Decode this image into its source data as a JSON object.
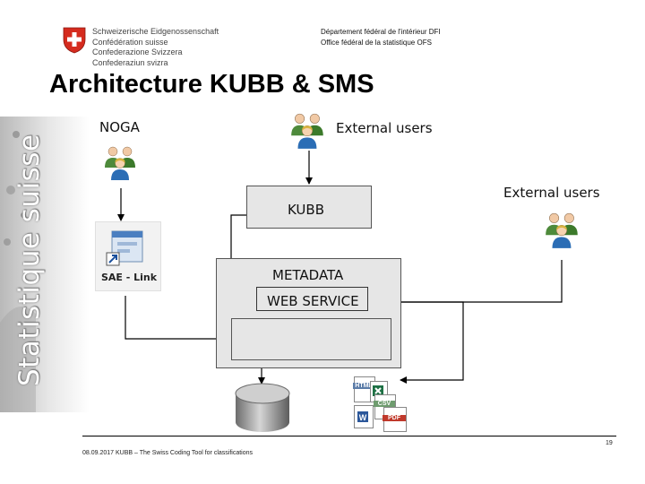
{
  "header": {
    "confederation_lines": [
      "Schweizerische Eidgenossenschaft",
      "Confédération suisse",
      "Confederazione Svizzera",
      "Confederaziun svizra"
    ],
    "department_line1": "Département fédéral de l'intérieur DFI",
    "department_line2": "Office fédéral de la statistique OFS"
  },
  "side_banner": {
    "text": "Statistique suisse"
  },
  "title": "Architecture KUBB & SMS",
  "diagram": {
    "noga_label": "NOGA",
    "external_users_top": "External users",
    "external_users_right": "External users",
    "kubb_label": "KUBB",
    "metadata_label": "METADATA",
    "web_service_label": "WEB SERVICE",
    "sae_link_label": "SAE - Link",
    "file_labels": [
      "HTML",
      "CSV",
      "PDF"
    ]
  },
  "footer": {
    "text": "08.09.2017 KUBB – The Swiss Coding Tool for classifications",
    "page": "19"
  },
  "colors": {
    "accent": "#d52b1e",
    "box_fill": "#e6e6e6",
    "line": "#000000"
  }
}
